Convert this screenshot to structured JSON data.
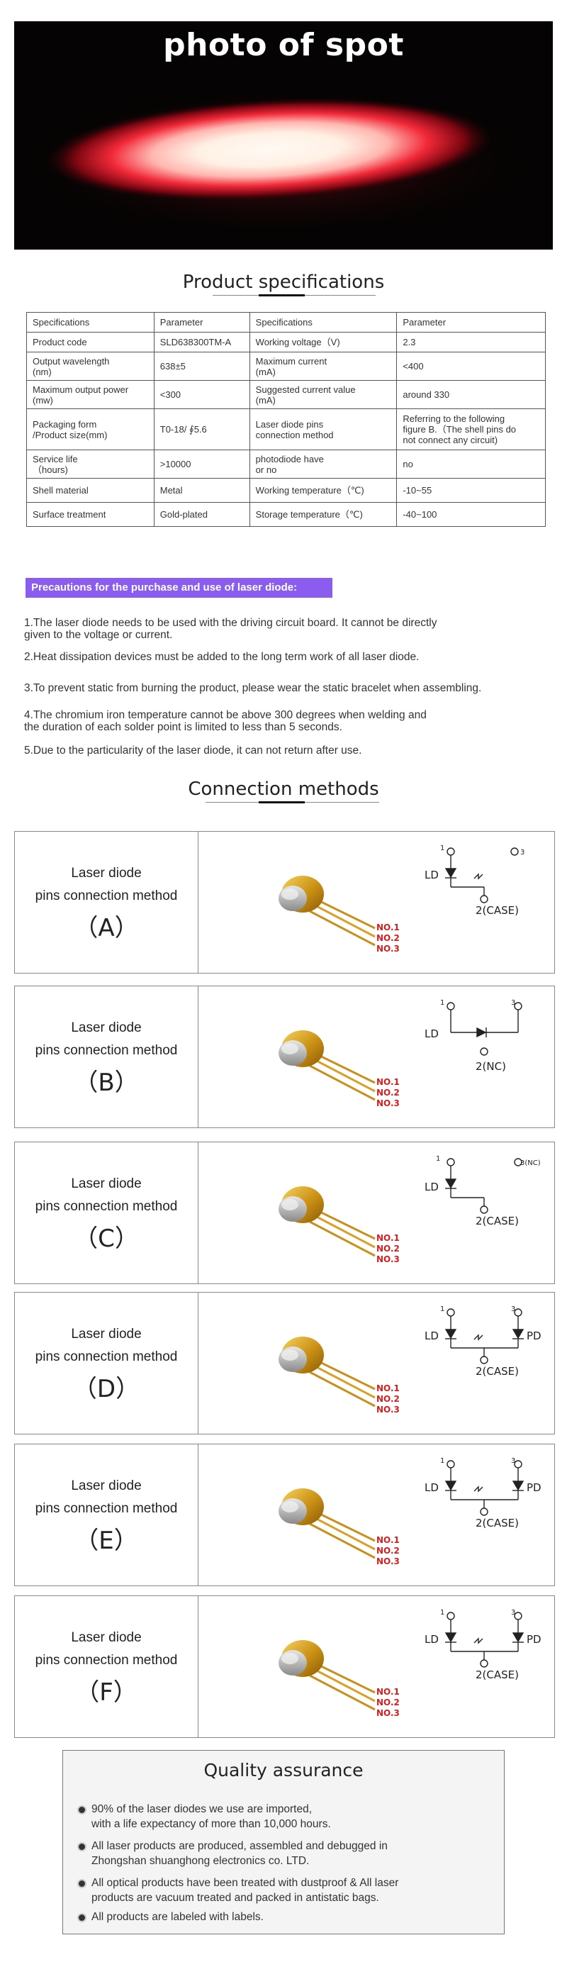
{
  "hero": {
    "title": "photo of spot"
  },
  "specs": {
    "title": "Product specifications",
    "rows": [
      [
        "Specifications",
        "Parameter",
        "Specifications",
        "Parameter"
      ],
      [
        "Product code",
        "SLD638300TM-A",
        "Working voltage（V)",
        "2.3"
      ],
      [
        "Output wavelength\n(nm)",
        "638±5",
        "Maximum current\n(mA)",
        "<400"
      ],
      [
        "Maximum output power\n(mw)",
        "<300",
        "Suggested current value\n(mA)",
        "around 330"
      ],
      [
        "Packaging form\n/Product size(mm)",
        "T0-18/ ∮5.6",
        "Laser diode pins\nconnection method",
        "Referring to the following\nfigure B.（The shell pins do\n not connect any circuit)"
      ],
      [
        "Service life\n（hours)",
        ">10000",
        "photodiode have\nor  no",
        "no"
      ],
      [
        "Shell material",
        "Metal",
        "Working temperature（℃)",
        "-10~55"
      ],
      [
        "Surface treatment",
        "Gold-plated",
        "Storage temperature（℃)",
        "-40~100"
      ]
    ]
  },
  "precautions": {
    "banner": "Precautions for the purchase and use of laser diode:",
    "items": [
      "1.The laser diode needs to be used with the driving circuit board. It cannot be directly\ngiven to the voltage or current.",
      "2.Heat dissipation devices must be added to the long term work of all laser diode.",
      "3.To prevent static from burning the product, please wear the static bracelet when assembling.",
      "4.The chromium iron temperature cannot be above 300 degrees when welding and\nthe duration of each solder point is limited to less than 5 seconds.",
      "5.Due to the particularity of the laser diode, it can not return after use."
    ]
  },
  "connection": {
    "title": "Connection methods",
    "line1": "Laser diode",
    "line2": "pins connection method",
    "pins": [
      "NO.1",
      "NO.2",
      "NO.3"
    ],
    "methods": [
      {
        "letter": "（A）",
        "s": {
          "ld": "LD",
          "case": "2(CASE)",
          "n1": "1",
          "n3": "3"
        }
      },
      {
        "letter": "（B）",
        "s": {
          "ld": "LD",
          "case": "2(NC)",
          "n1": "1",
          "n3": "3"
        }
      },
      {
        "letter": "（C）",
        "s": {
          "ld": "LD",
          "case": "2(CASE)",
          "n1": "1",
          "n3": "3(NC)"
        }
      },
      {
        "letter": "（D）",
        "s": {
          "ld": "LD",
          "pd": "PD",
          "case": "2(CASE)",
          "n1": "1",
          "n3": "3"
        }
      },
      {
        "letter": "（E）",
        "s": {
          "ld": "LD",
          "pd": "PD",
          "case": "2(CASE)",
          "n1": "1",
          "n3": "3"
        }
      },
      {
        "letter": "（F）",
        "s": {
          "ld": "LD",
          "pd": "PD",
          "case": "2(CASE)",
          "n1": "1",
          "n3": "3"
        }
      }
    ]
  },
  "quality": {
    "title": "Quality assurance",
    "items": [
      "90% of the laser diodes we use are imported,\nwith a life expectancy of more than 10,000 hours.",
      "All laser products are produced, assembled and debugged in\nZhongshan shuanghong electronics co. LTD.",
      "All optical products have been treated with dustproof & All laser\nproducts are vacuum treated and packed in antistatic bags.",
      "All products are labeled with labels."
    ]
  }
}
